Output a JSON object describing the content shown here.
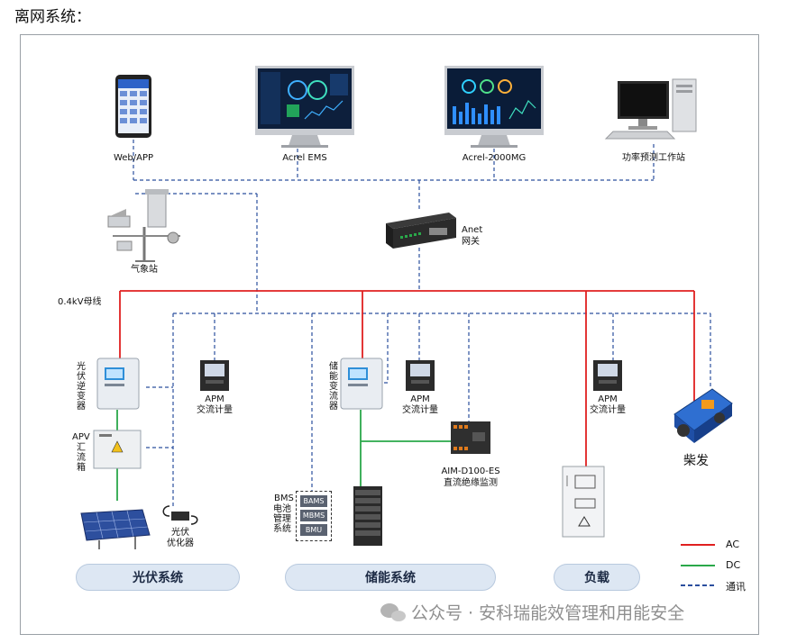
{
  "heading": "离网系统：",
  "devices": {
    "web_app": "Web/APP",
    "acrel_ems": "Acrel EMS",
    "acrel_2000mg": "Acrel-2000MG",
    "forecast_workstation": "功率预测工作站",
    "weather_station": "气象站",
    "gateway_name": "Anet",
    "gateway_sub": "网关",
    "bus": "0.4kV母线",
    "pv_inverter": "光伏逆变器",
    "apv": "APV",
    "combiner": "汇流箱",
    "pv_optimizer_1": "光伏",
    "pv_optimizer_2": "优化器",
    "apm_1": "APM",
    "apm_1_sub": "交流计量",
    "pcs": "储能变流器",
    "apm_2": "APM",
    "apm_2_sub": "交流计量",
    "apm_3": "APM",
    "apm_3_sub": "交流计量",
    "aim_model": "AIM-D100-ES",
    "aim_sub": "直流绝缘监测",
    "bms_title": "BMS",
    "bms_lines": "电池管理系统",
    "bams": "BAMS",
    "mbms": "MBMS",
    "bmu": "BMU",
    "diesel": "柴发"
  },
  "groups": {
    "pv_system": "光伏系统",
    "storage_system": "储能系统",
    "load": "负载"
  },
  "legend": {
    "ac": "AC",
    "dc": "DC",
    "comm": "通讯"
  },
  "watermark": "公众号 · 安科瑞能效管理和用能安全",
  "colors": {
    "ac": "#e02020",
    "dc": "#2aa84a",
    "comm": "#2b4f9e",
    "pill": "#dde7f3"
  }
}
